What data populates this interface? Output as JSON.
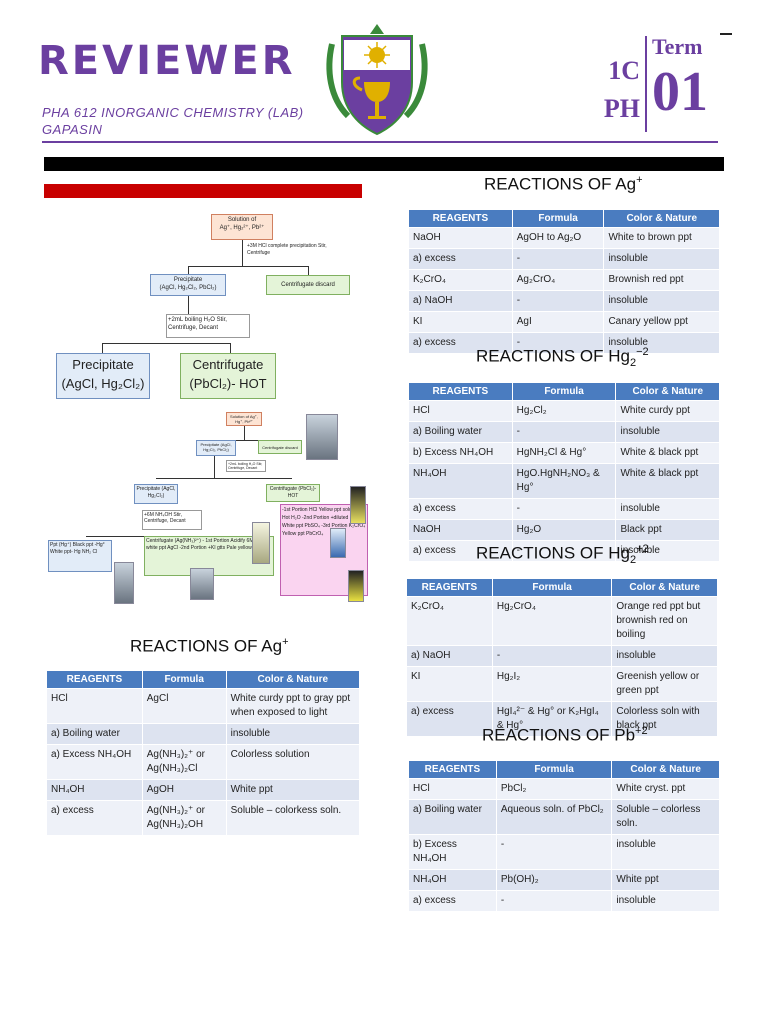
{
  "header": {
    "title": "REVIEWER",
    "course": "PHA 612 INORGANIC CHEMISTRY (LAB)",
    "author": "GAPASIN",
    "section_code_1": "1C",
    "section_code_2": "PH",
    "term_label": "Term",
    "term_number": "01"
  },
  "flowchart": {
    "solution": "Solution of",
    "solution_ions": "Ag⁺, Hg₂²⁺, Pb²⁺",
    "step1": "+3M HCl complete precipitation Stir, Centrifuge",
    "precipitate_small": "Precipitate",
    "precipitate_small_formula": "(AgCl, Hg₂Cl₂, PbCl₂)",
    "centrifugate_discard": "Centrifugate discard",
    "step2": "+2mL boiling H₂O Stir, Centrifuge, Decant",
    "precipitate_big": "Precipitate",
    "precipitate_big_formula": "(AgCl, Hg₂Cl₂)",
    "centrifugate_big": "Centrifugate",
    "centrifugate_big_formula": "(PbCl₂)- HOT"
  },
  "flowchart2": {
    "solution": "Solution of Ag⁺, Hg⁺, Pb²⁺",
    "precipitate1": "Precipitate (AgCl, Hg₂Cl₂, PbCl₂)",
    "discard": "Centrifugate discard",
    "step": "+2mL boiling H₂O Stir, Centrifuge, Decant",
    "precipitate2": "Precipitate (AgCl, Hg₂Cl₂)",
    "centrifugate_hot": "Centrifugate (PbCl₂)- HOT",
    "step_nh4oh": "+6M NH₄OH Stir, Centrifuge, Decant",
    "ppt_hg": "Ppt (Hg⁺) Black ppt -Hg° White ppt- Hg NH₂ Cl",
    "centrifugate_ag": "Centrifugate (Ag(NH₃)²⁺) - 1st Portion Acidify 6M HNO₃ white ppt AgCl -2nd Portion +KI gtts Pale yellow ppt AgI",
    "portions": "-1st Portion HCl Yellow ppt soluble in Hot H₂O -2nd Portion +diluted H₂SO₄ White ppt PbSO₄ -3rd Portion K₂CrO₄ Yellow ppt PbCrO₄"
  },
  "sections": {
    "ag_left": "REACTIONS OF Ag",
    "ag_left_sup": "+",
    "ag_right": "REACTIONS OF Ag",
    "ag_right_sup": "+",
    "hg2_minus": "REACTIONS OF Hg",
    "hg2_minus_sub": "2",
    "hg2_minus_sup": "−2",
    "hg2_plus": "REACTIONS OF Hg",
    "hg2_plus_sub": "2",
    "hg2_plus_sup": "+2",
    "pb": "REACTIONS OF Pb",
    "pb_sup": "+2"
  },
  "table_headers": [
    "REAGENTS",
    "Formula",
    "Color & Nature"
  ],
  "tables": {
    "ag_left": [
      [
        "HCl",
        "AgCl",
        "White curdy ppt to gray ppt when exposed to light"
      ],
      [
        "a) Boiling water",
        "",
        "insoluble"
      ],
      [
        "a) Excess NH₄OH",
        "Ag(NH₃)₂⁺ or Ag(NH₃)₂Cl",
        "Colorless solution"
      ],
      [
        "NH₄OH",
        "AgOH",
        "White ppt"
      ],
      [
        "a) excess",
        "Ag(NH₃)₂⁺ or Ag(NH₃)₂OH",
        "Soluble – colorkess soln."
      ]
    ],
    "ag_right": [
      [
        "NaOH",
        "AgOH to Ag₂O",
        "White to brown ppt"
      ],
      [
        "a) excess",
        "-",
        "insoluble"
      ],
      [
        "K₂CrO₄",
        "Ag₂CrO₄",
        "Brownish red ppt"
      ],
      [
        "a) NaOH",
        "-",
        "insoluble"
      ],
      [
        "KI",
        "AgI",
        "Canary yellow ppt"
      ],
      [
        "a) excess",
        "-",
        "insoluble"
      ]
    ],
    "hg2_minus": [
      [
        "HCl",
        "Hg₂Cl₂",
        "White curdy ppt"
      ],
      [
        "a) Boiling water",
        "-",
        "insoluble"
      ],
      [
        "b) Excess NH₄OH",
        "HgNH₂Cl & Hg°",
        "White & black ppt"
      ],
      [
        "NH₄OH",
        "HgO.HgNH₂NO₃ & Hg°",
        "White & black ppt"
      ],
      [
        "a) excess",
        "-",
        "insoluble"
      ],
      [
        "NaOH",
        "Hg₂O",
        "Black ppt"
      ],
      [
        "a) excess",
        "-",
        "insoluble"
      ]
    ],
    "hg2_plus": [
      [
        "K₂CrO₄",
        "Hg₂CrO₄",
        "Orange red ppt but brownish red on boiling"
      ],
      [
        "a) NaOH",
        "-",
        "insoluble"
      ],
      [
        "KI",
        "Hg₂I₂",
        "Greenish yellow or green ppt"
      ],
      [
        "a) excess",
        "HgI₄²⁻ & Hg° or K₂HgI₄ & Hg°",
        "Colorless soln with black ppt"
      ]
    ],
    "pb": [
      [
        "HCl",
        "PbCl₂",
        "White cryst. ppt"
      ],
      [
        "a) Boiling water",
        "Aqueous soln. of PbCl₂",
        "Soluble – colorless soln."
      ],
      [
        "b) Excess NH₄OH",
        "-",
        "insoluble"
      ],
      [
        "NH₄OH",
        "Pb(OH)₂",
        "White ppt"
      ],
      [
        "a) excess",
        "-",
        "insoluble"
      ]
    ]
  },
  "colors": {
    "brand": "#6b3fa0",
    "table_header": "#4a7cc0",
    "red_bar": "#c80000"
  }
}
